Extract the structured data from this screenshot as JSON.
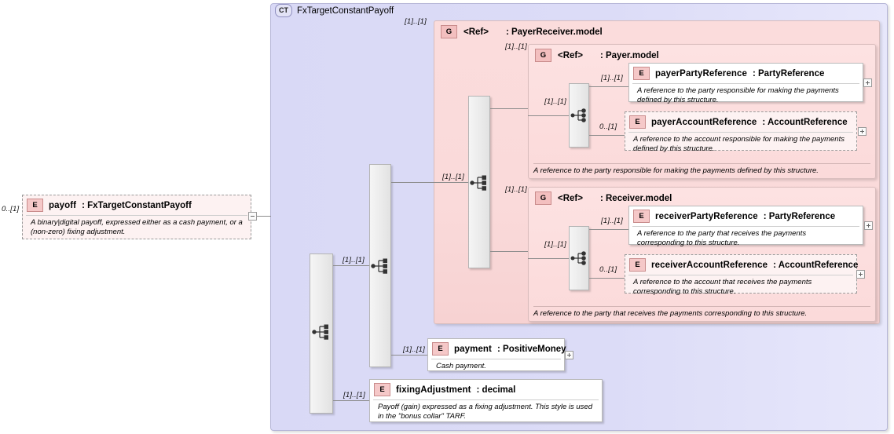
{
  "diagram": {
    "kind": "xsd-schema-tree",
    "root_type": {
      "badge": "CT",
      "label": "FxTargetConstantPayoff"
    },
    "payoff_element": {
      "badge": "E",
      "name": "payoff",
      "type": ": FxTargetConstantPayoff",
      "cardinality": "0..[1]",
      "description": "A binary|digital payoff, expressed either as a cash payment, or a (non-zero) fixing adjustment.",
      "toggle": "minus"
    },
    "groups": [
      {
        "id": "payer-receiver-model",
        "badge": "G",
        "ref": "<Ref>",
        "name": ": PayerReceiver.model",
        "cardinality": "[1]..[1]"
      },
      {
        "id": "payer-model",
        "badge": "G",
        "ref": "<Ref>",
        "name": ": Payer.model",
        "cardinality": "[1]..[1]",
        "footer": "A reference to the party responsible for making the payments defined by this structure.",
        "sequence_cardinality": "[1]..[1]"
      },
      {
        "id": "receiver-model",
        "badge": "G",
        "ref": "<Ref>",
        "name": ": Receiver.model",
        "cardinality": "[1]..[1]",
        "footer": "A reference to the party that receives the payments corresponding to this structure.",
        "sequence_cardinality": "[1]..[1]"
      }
    ],
    "elements": [
      {
        "id": "payer-party-reference",
        "badge": "E",
        "name": "payerPartyReference",
        "type": ": PartyReference",
        "cardinality": "[1]..[1]",
        "description": "A reference to the party responsible for making the payments defined by this structure.",
        "optional": false,
        "toggle": "plus"
      },
      {
        "id": "payer-account-reference",
        "badge": "E",
        "name": "payerAccountReference",
        "type": ": AccountReference",
        "cardinality": "0..[1]",
        "description": "A reference to the account responsible for making the payments defined by this structure.",
        "optional": true,
        "toggle": "plus"
      },
      {
        "id": "receiver-party-reference",
        "badge": "E",
        "name": "receiverPartyReference",
        "type": ": PartyReference",
        "cardinality": "[1]..[1]",
        "description": "A reference to the party that receives the payments corresponding to this structure.",
        "optional": false,
        "toggle": "plus"
      },
      {
        "id": "receiver-account-reference",
        "badge": "E",
        "name": "receiverAccountReference",
        "type": ": AccountReference",
        "cardinality": "0..[1]",
        "description": "A reference to the account that receives the payments corresponding to this structure.",
        "optional": true,
        "toggle": "plus"
      },
      {
        "id": "payment",
        "badge": "E",
        "name": "payment",
        "type": ": PositiveMoney",
        "cardinality": "[1]..[1]",
        "description": "Cash payment.",
        "optional": false,
        "toggle": "plus"
      },
      {
        "id": "fixing-adjustment",
        "badge": "E",
        "name": "fixingAdjustment",
        "type": ": decimal",
        "cardinality": "[1]..[1]",
        "description": "Payoff (gain) expressed as a fixing adjustment. This style is used in the \"bonus collar\" TARF.",
        "optional": false,
        "toggle": "none"
      }
    ],
    "sequences": [
      {
        "id": "seq-root",
        "cardinality": "[1]..[1]"
      },
      {
        "id": "seq-choice",
        "cardinality": "[1]..[1]"
      },
      {
        "id": "seq-payer",
        "cardinality": "[1]..[1]"
      },
      {
        "id": "seq-receiver",
        "cardinality": "[1]..[1]"
      }
    ],
    "colors": {
      "container_type": "#dcdcf7",
      "group": "#fadada",
      "element_badge": "#f5c8c8",
      "line": "#8c8c8c",
      "border": "#b9b9b9"
    }
  }
}
